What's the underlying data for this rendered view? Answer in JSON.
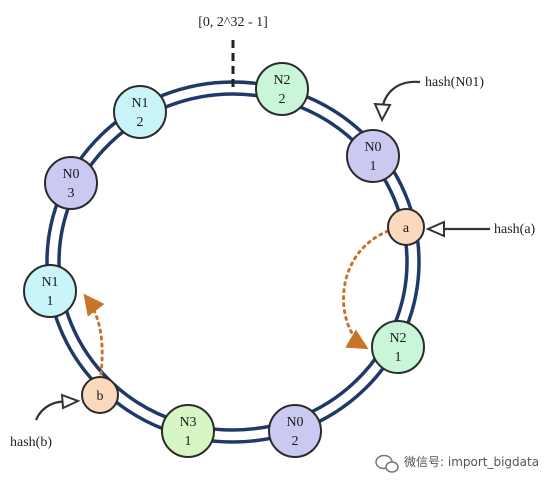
{
  "ring_label": "[0, 2^32 - 1]",
  "annotations": {
    "hash_n01": "hash(N01)",
    "hash_a": "hash(a)",
    "hash_b": "hash(b)"
  },
  "watermark": "微信号: import_bigdata",
  "colors": {
    "ring": "#1f3a68",
    "N0": "#c9c9f2",
    "N1": "#c9f4fa",
    "N2": "#c9f6d8",
    "N3": "#d6f7c4",
    "key": "#fbd9bd",
    "arrow": "#c8742a"
  },
  "nodes": [
    {
      "id": "N2-2",
      "line1": "N2",
      "line2": "2"
    },
    {
      "id": "N0-1",
      "line1": "N0",
      "line2": "1"
    },
    {
      "id": "N2-1",
      "line1": "N2",
      "line2": "1"
    },
    {
      "id": "N0-2",
      "line1": "N0",
      "line2": "2"
    },
    {
      "id": "N3-1",
      "line1": "N3",
      "line2": "1"
    },
    {
      "id": "N1-1",
      "line1": "N1",
      "line2": "1"
    },
    {
      "id": "N0-3",
      "line1": "N0",
      "line2": "3"
    },
    {
      "id": "N1-2",
      "line1": "N1",
      "line2": "2"
    }
  ],
  "keys": [
    {
      "id": "a",
      "label": "a"
    },
    {
      "id": "b",
      "label": "b"
    }
  ]
}
